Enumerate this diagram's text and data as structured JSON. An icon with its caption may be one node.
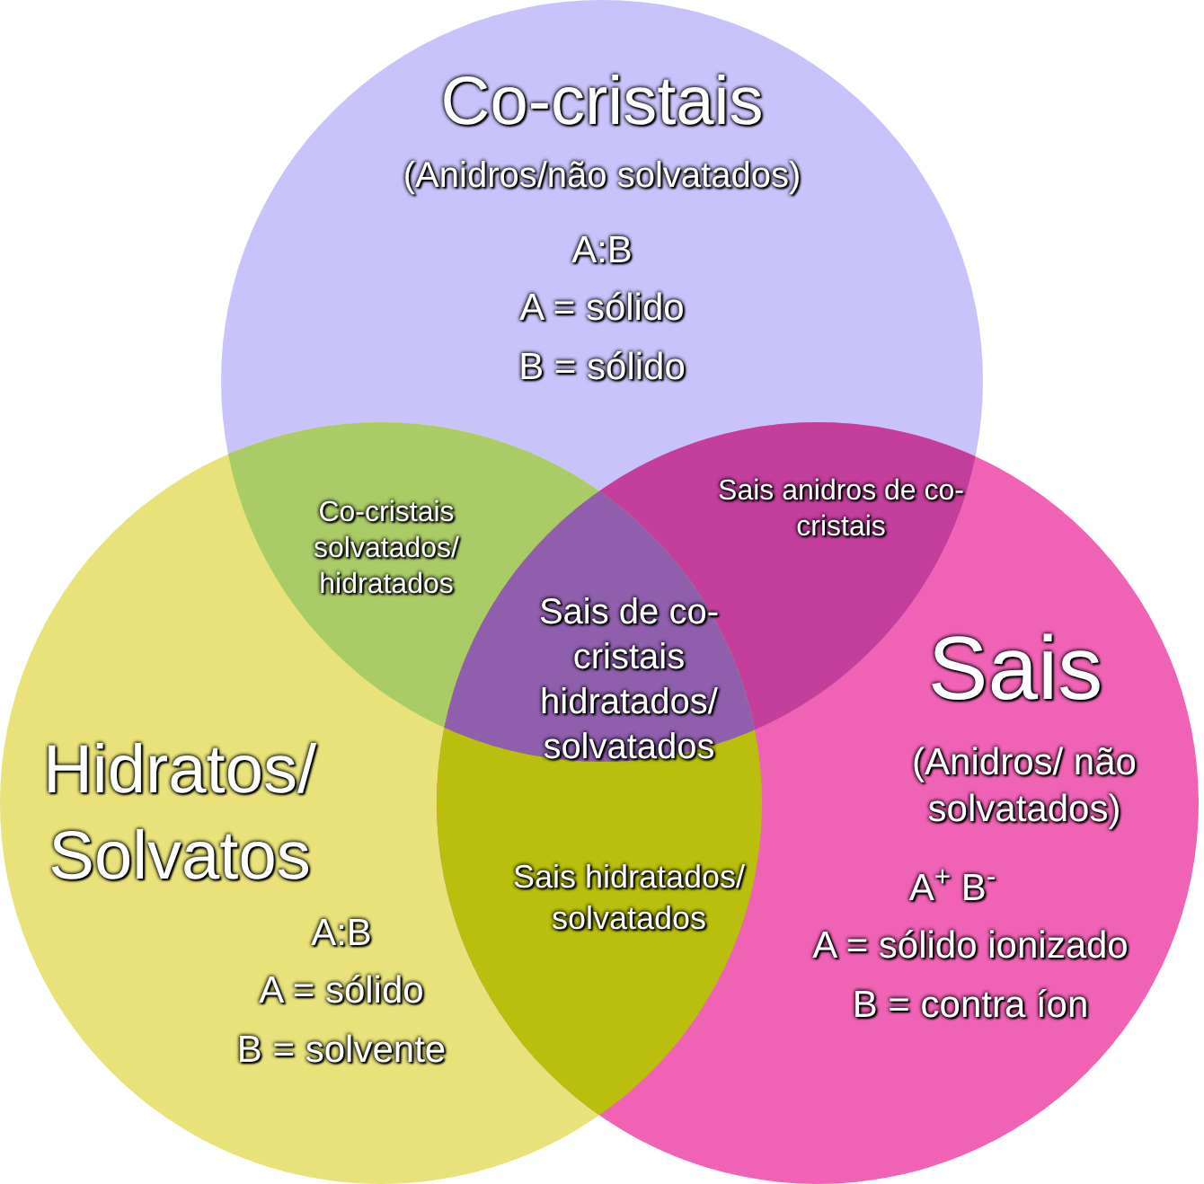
{
  "diagram": {
    "nodes": [
      {
        "text": [
          "Co-cristais",
          "(Anidros/não solvatados)",
          "A:B",
          "A = sólido",
          "B = sólido"
        ]
      },
      {
        "text": [
          "Hidratos/ Solvatos",
          "A:B",
          "A = sólido",
          "B = solvente"
        ]
      },
      {
        "text": [
          "Sais",
          "(Anidros/ não solvatados)",
          "A$^{+}$ B$^{-}$",
          "A = sólido ionizado",
          "B = contra íon"
        ]
      }
    ],
    "labels": [
      "Co-cristais solvatados/ hidratados",
      "Sais anidros de co-cristais",
      "Sais de co-cristais hidratados/ solvatados",
      "Sais hidratados/ solvatados"
    ]
  }
}
